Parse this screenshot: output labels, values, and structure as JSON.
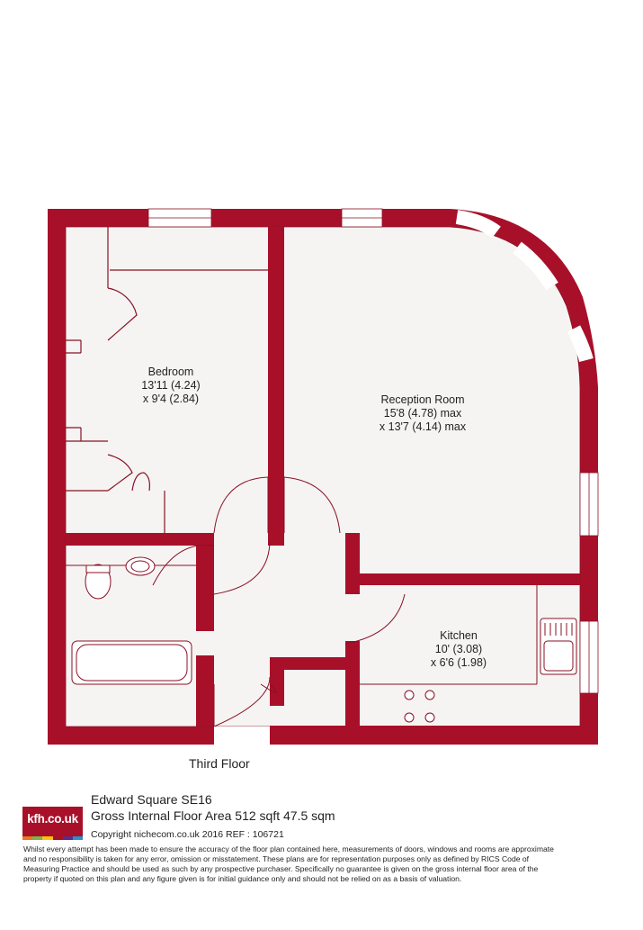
{
  "colors": {
    "wall": "#a8102a",
    "fixture": "#a8102a",
    "logo_bg": "#a8102a",
    "logo_strip": [
      "#e87722",
      "#7ab648",
      "#ffc20e",
      "#a8102a",
      "#5b2c86",
      "#2a8fcf"
    ]
  },
  "rooms": {
    "bedroom": {
      "name": "Bedroom",
      "dim1": "13'11 (4.24)",
      "dim2": "x 9'4 (2.84)"
    },
    "reception": {
      "name": "Reception Room",
      "dim1": "15'8 (4.78) max",
      "dim2": "x 13'7 (4.14) max"
    },
    "kitchen": {
      "name": "Kitchen",
      "dim1": "10' (3.08)",
      "dim2": "x 6'6 (1.98)"
    }
  },
  "floor_label": "Third Floor",
  "logo": {
    "text": "kfh.co.uk"
  },
  "property": {
    "address": "Edward Square  SE16",
    "area": "Gross Internal Floor Area 512 sqft 47.5 sqm",
    "copyright": "Copyright nichecom.co.uk 2016 REF : 106721"
  },
  "disclaimer": "Whilst every attempt has been made to ensure the accuracy of the floor plan contained here, measurements of doors, windows and rooms are approximate and no responsibility is taken for any error, omission or misstatement. These plans are for representation purposes only as defined by RICS Code of Measuring Practice and should be used as such by any prospective purchaser.  Specifically no guarantee is given on the gross internal floor area of the property if quoted on this plan and any figure given is for initial guidance only and should not be relied on as a basis of valuation."
}
